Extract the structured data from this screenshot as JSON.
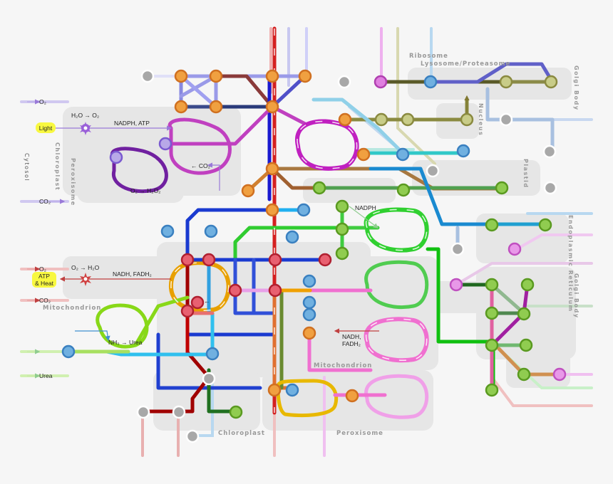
{
  "labels": {
    "cytosol": "Cytosol",
    "chloroplast_top": "Chloroplast",
    "peroxisome_top": "Peroxisome",
    "mitochondrion_left": "Mitochondrion",
    "mitochondrion_mid": "Mitochondrion",
    "chloroplast_bottom": "Chloroplast",
    "peroxisome_bottom": "Peroxisome",
    "ribosome": "Ribosome",
    "lysosome": "Lysosome/Proteasome",
    "nucleus": "Nucleus",
    "golgi_top": "Golgi Body",
    "plastid": "Plastid",
    "er": "Endoplasmic Reticulum",
    "golgi_mid": "Golgi Body"
  },
  "reactions": {
    "o2_top": "O₂",
    "h2o_to_o2": "H₂O → O₂",
    "light": "Light",
    "nadph_atp": "NADPH, ATP",
    "co2_top": "CO₂",
    "co2_left_arrow": "← CO₂",
    "o2_to_h2o2": "O₂ → H₂O₂",
    "nadph_mid": "NADPH",
    "o2_mid": "O₂",
    "o2_to_h2o": "O₂ → H₂O",
    "nadh_fadh2": "NADH, FADH₂",
    "atp_heat_1": "ATP",
    "atp_heat_2": "& Heat",
    "co2_mid": "CO₂",
    "co2_right_arrow": "CO₂ ←",
    "nh3_to_urea": "NH₃ → Urea",
    "urea": "Urea",
    "nadh_fadh2_mid_1": "NADH,",
    "nadh_fadh2_mid_2": "FADH₂"
  },
  "colors": {
    "orange": "#f0a040",
    "red": "#e86070",
    "blue": "#70b0e0",
    "green": "#90cc50",
    "grey": "#a8a8a8",
    "lightgreen": "#c8cc88",
    "pink": "#e080e0"
  }
}
